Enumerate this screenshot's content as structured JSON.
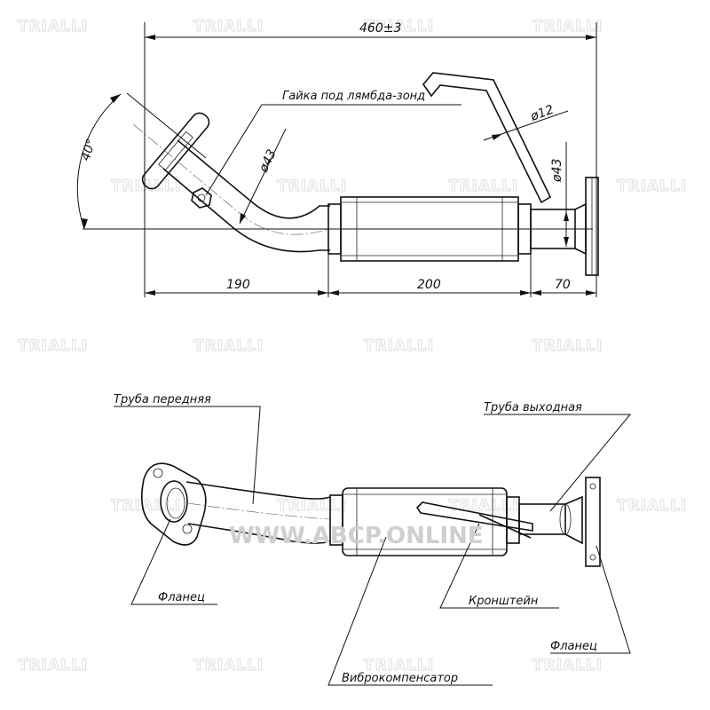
{
  "watermark": {
    "brand": "TRIALLI",
    "site": "WWW.ABCP.ONLINE"
  },
  "dimensions": {
    "overall": "460±3",
    "front_length": "190",
    "middle_length": "200",
    "rear_length": "70",
    "angle": "40°",
    "front_diameter": "ø43",
    "rear_diameter": "ø43",
    "bracket_diameter": "ø12"
  },
  "callouts": {
    "lambda_nut": "Гайка под лямбда-зонд",
    "front_pipe": "Труба передняя",
    "outlet_pipe": "Труба выходная",
    "front_flange": "Фланец",
    "bracket": "Кронштейн",
    "rear_flange": "Фланец",
    "flex": "Виброкомпенсатор"
  }
}
